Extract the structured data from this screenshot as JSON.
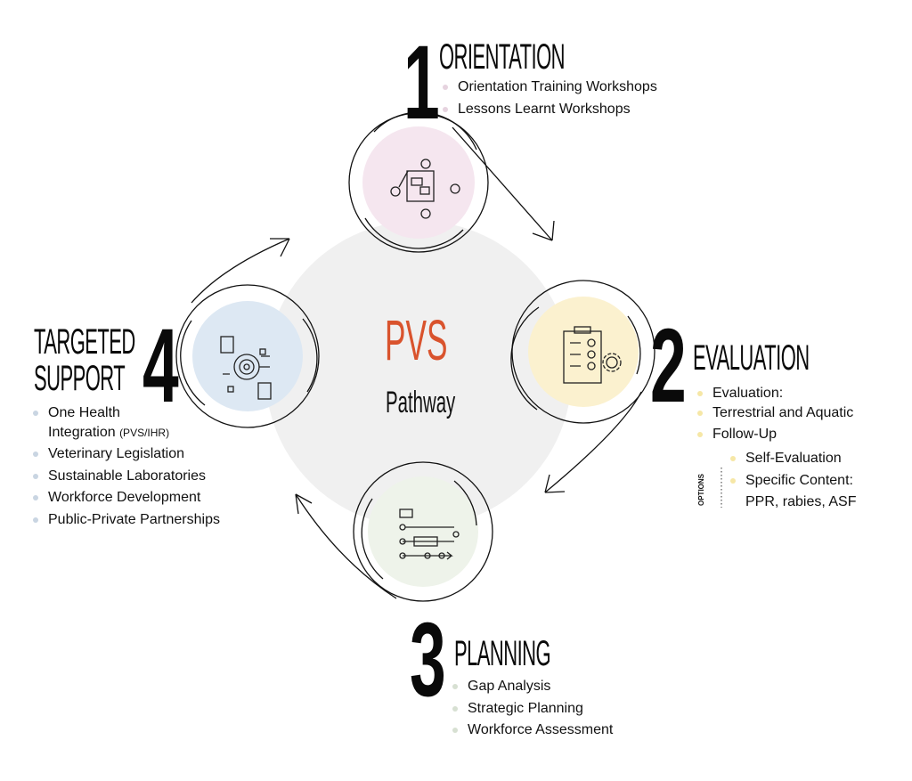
{
  "center": {
    "title": "PVS",
    "subtitle": "Pathway"
  },
  "colors": {
    "accent": "#d9532d",
    "orientation": "#f5e6ef",
    "evaluation": "#fbf1cf",
    "planning": "#eef3ea",
    "support": "#dde8f3",
    "center": "#f0f0f0"
  },
  "steps": [
    {
      "number": "1",
      "title": "ORIENTATION",
      "icon": "meeting-table-icon",
      "items": [
        "Orientation Training Workshops",
        "Lessons Learnt Workshops"
      ]
    },
    {
      "number": "2",
      "title": "EVALUATION",
      "icon": "checklist-gear-icon",
      "items": [
        "Evaluation:",
        "Terrestrial and Aquatic",
        "Follow-Up"
      ],
      "options_label": "OPTIONS",
      "options": [
        "Self-Evaluation",
        "Specific Content:",
        "PPR, rabies, ASF"
      ]
    },
    {
      "number": "3",
      "title": "PLANNING",
      "icon": "roadmap-icon",
      "items": [
        "Gap Analysis",
        "Strategic Planning",
        "Workforce Assessment"
      ]
    },
    {
      "number": "4",
      "title_line1": "TARGETED",
      "title_line2": "SUPPORT",
      "icon": "target-documents-icon",
      "items": [
        "One Health",
        "Integration",
        "(PVS/IHR)",
        "Veterinary Legislation",
        "Sustainable Laboratories",
        "Workforce Development",
        "Public-Private Partnerships"
      ]
    }
  ]
}
